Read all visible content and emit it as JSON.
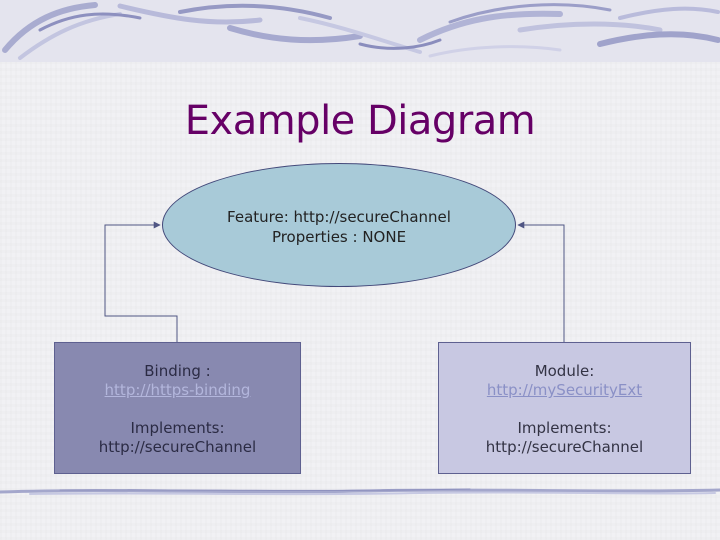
{
  "title": "Example Diagram",
  "feature": {
    "line1": "Feature: http://secureChannel",
    "line2": "Properties : NONE"
  },
  "binding": {
    "label": "Binding :",
    "uri": "http://https-binding",
    "implements_label": "Implements:",
    "implements_value": "http://secureChannel"
  },
  "module": {
    "label": "Module:",
    "uri": "http://mySecurityExt",
    "implements_label": "Implements:",
    "implements_value": "http://secureChannel"
  },
  "colors": {
    "title": "#660066",
    "feature_fill": "#a8cad8",
    "binding_fill": "#8889b0",
    "module_fill": "#c8c8e2",
    "connector": "#505684"
  }
}
